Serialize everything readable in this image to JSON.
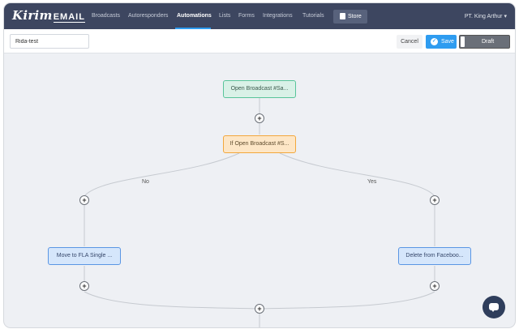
{
  "brand": {
    "logo_script": "Kirim",
    "logo_word": "EMAIL"
  },
  "nav": {
    "items": [
      {
        "label": "Broadcasts"
      },
      {
        "label": "Autoresponders"
      },
      {
        "label": "Automations"
      },
      {
        "label": "Lists"
      },
      {
        "label": "Forms"
      },
      {
        "label": "Integrations"
      },
      {
        "label": "Tutorials"
      }
    ],
    "active": "Automations",
    "store_label": "Store",
    "user_label": "PT. King Arthur"
  },
  "toolbar": {
    "automation_name": "Rida-test",
    "cancel_label": "Cancel",
    "save_label": "Save",
    "status_label": "Draft"
  },
  "flow": {
    "trigger_node": "Open Broadcast #Sa...",
    "condition_node": "If Open Broadcast #S...",
    "branch_no_label": "No",
    "branch_yes_label": "Yes",
    "no_action_node": "Move to FLA Single ...",
    "yes_action_node": "Delete from Faceboo...",
    "add_symbol": "+"
  },
  "colors": {
    "nav_bg": "#3d4660",
    "accent": "#2e9cf0",
    "trigger": "#58c49a",
    "condition": "#f2a73c",
    "action": "#5a96e4"
  },
  "icons": [
    "store-icon",
    "check-icon",
    "chevron-down-icon",
    "plus-icon",
    "chat-icon"
  ]
}
